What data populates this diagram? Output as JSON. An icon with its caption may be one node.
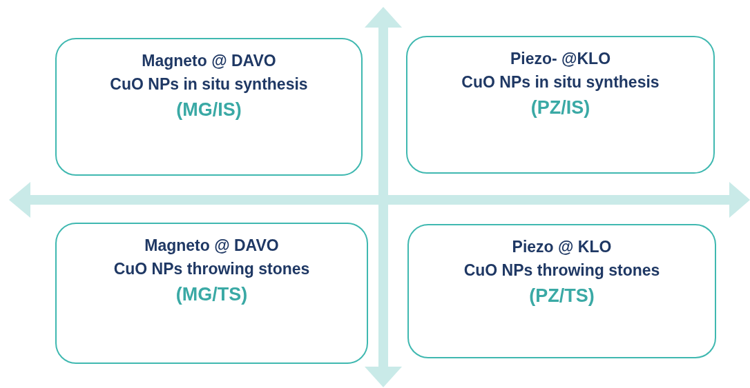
{
  "diagram": {
    "nodes": [
      {
        "text": [
          "Magneto @ DAVO",
          "CuO NPs in situ synthesis",
          "(MG/IS)"
        ]
      },
      {
        "text": [
          "Piezo- @KLO",
          "CuO NPs in situ synthesis",
          "(PZ/IS)"
        ]
      },
      {
        "text": [
          "Magneto @ DAVO",
          "CuO NPs throwing stones",
          "(MG/TS)"
        ]
      },
      {
        "text": [
          "Piezo @ KLO",
          "CuO NPs throwing stones",
          "(PZ/TS)"
        ]
      }
    ]
  }
}
